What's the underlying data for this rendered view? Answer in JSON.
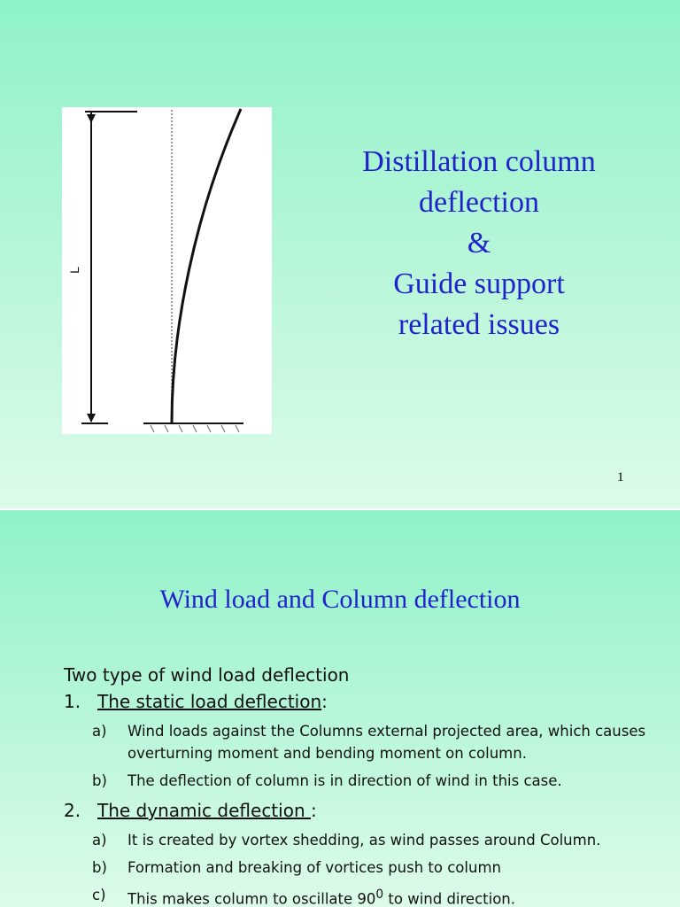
{
  "slide1": {
    "title_lines": [
      "Distillation column",
      "deflection",
      "&",
      "Guide support",
      "related issues"
    ],
    "page_number": "1",
    "figure": {
      "length_label": "L"
    }
  },
  "slide2": {
    "title": "Wind load and Column deflection",
    "intro": "Two  type of  wind load deflection",
    "items": [
      {
        "number": "1.",
        "heading": "The  static load deflection",
        "suffix": ":",
        "subitems": [
          {
            "marker": "a)",
            "text": "Wind loads against the Columns external projected area, which causes overturning moment and bending moment on column."
          },
          {
            "marker": "b)",
            "text": "The deflection of column is in direction of wind in this case."
          }
        ]
      },
      {
        "number": "2.",
        "heading": "The  dynamic deflection ",
        "suffix": ":",
        "subitems": [
          {
            "marker": "a)",
            "text": "It is created by vortex shedding, as wind passes around Column."
          },
          {
            "marker": "b)",
            "text": "Formation and breaking  of vortices  push to column"
          },
          {
            "marker": "c)",
            "text": "This makes column to oscillate 90",
            "sup": "0",
            "after": " to wind direction."
          }
        ]
      }
    ]
  }
}
